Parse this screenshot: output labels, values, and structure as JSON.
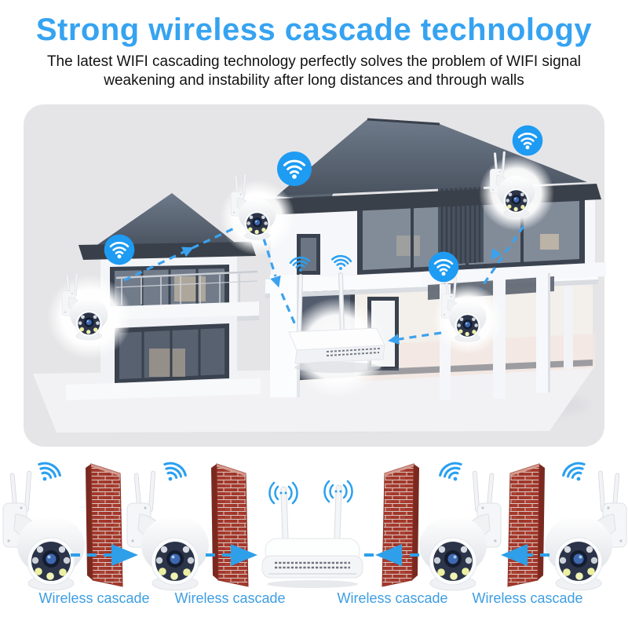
{
  "header": {
    "title": "Strong wireless cascade technology",
    "subtitle_line1": "The latest WIFI cascading technology perfectly solves the problem of WIFI signal",
    "subtitle_line2": "weakening and instability after long distances and through walls",
    "title_color": "#36A3F1",
    "subtitle_color": "#121212"
  },
  "scene": {
    "background_color": "#E5E5E7",
    "wifi_badge_color": "#1E9BF2",
    "arrow_color": "#3BA2EE",
    "roof_color": "#4E5765",
    "devices": [
      {
        "icon": "ptz-camera-icon",
        "position": "left-wall"
      },
      {
        "icon": "ptz-camera-icon",
        "position": "balcony"
      },
      {
        "icon": "ptz-camera-icon",
        "position": "upper-right-eave"
      },
      {
        "icon": "ptz-camera-icon",
        "position": "terrace-right"
      },
      {
        "icon": "wifi-router-icon",
        "position": "terrace-center"
      },
      {
        "icon": "wifi-signal-icon",
        "count": 4
      }
    ]
  },
  "bottom": {
    "cascade_labels": [
      "Wireless cascade",
      "Wireless cascade",
      "Wireless cascade",
      "Wireless cascade"
    ],
    "label_color": "#3E9EE3",
    "arrow_color": "#2E9FE8",
    "brick_color": "#A5392C",
    "sequence": [
      "ptz-camera-icon",
      "brick-wall",
      "ptz-camera-icon",
      "brick-wall",
      "wifi-router-icon",
      "brick-wall",
      "ptz-camera-icon",
      "brick-wall",
      "ptz-camera-icon"
    ]
  }
}
